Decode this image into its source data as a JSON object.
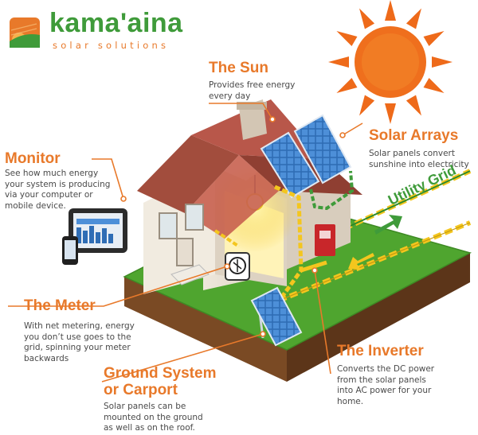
{
  "logo": {
    "name": "kama'aina",
    "tagline": "solar solutions"
  },
  "colors": {
    "accent_orange": "#e8792a",
    "brand_green": "#3f9b3a",
    "grass_green": "#4fa52f",
    "soil_brown": "#6b3f1e",
    "roof_red": "#a24d3d",
    "solar_blue": "#2f6db5",
    "power_yellow": "#f4c61e"
  },
  "labels": {
    "sun": {
      "title": "The Sun",
      "desc": [
        "Provides free energy",
        "every day"
      ]
    },
    "arrays": {
      "title": "Solar Arrays",
      "desc": [
        "Solar panels convert",
        "sunshine into electricity"
      ]
    },
    "monitor": {
      "title": "Monitor",
      "desc": [
        "See how much energy",
        "your system is producing",
        "via your computer or",
        "mobile device."
      ]
    },
    "grid": {
      "title": "Utility Grid"
    },
    "meter": {
      "title": "The Meter",
      "desc": [
        "With net metering, energy",
        "you don’t use goes to the",
        "grid, spinning your meter",
        "backwards"
      ]
    },
    "inverter": {
      "title": "The Inverter",
      "desc": [
        "Converts the DC power",
        "from the solar panels",
        "into AC power for your",
        "home."
      ]
    },
    "ground": {
      "title_lines": [
        "Ground System",
        "or Carport"
      ],
      "desc": [
        "Solar panels can be",
        "mounted on the ground",
        "as well as on the roof."
      ]
    }
  },
  "icons": [
    "sun-icon",
    "logo-sun-icon",
    "tablet-icon",
    "phone-icon",
    "meter-icon",
    "inverter-icon",
    "bulb-icon"
  ]
}
